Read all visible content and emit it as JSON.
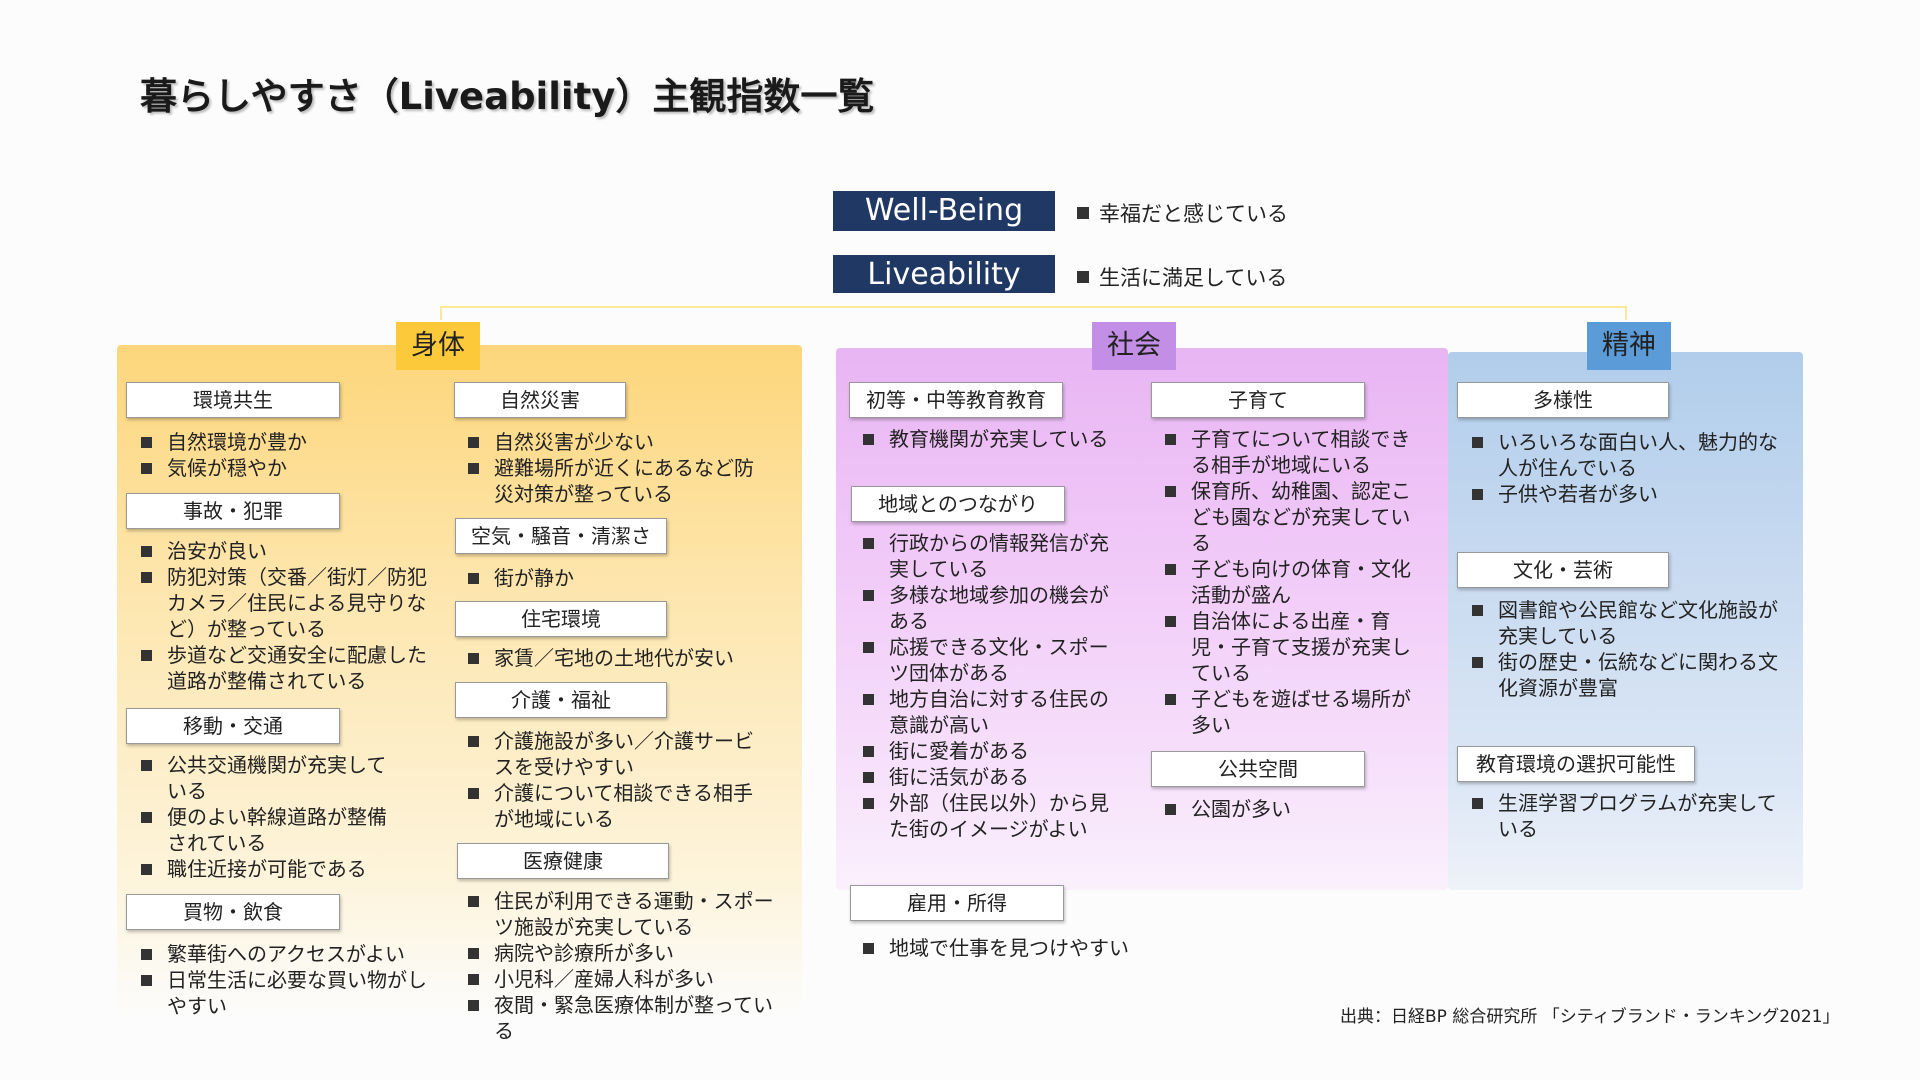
{
  "title": "暮らしやすさ（Liveability）主観指数一覧",
  "top": {
    "wellbeing": {
      "label": "Well-Being",
      "desc": "幸福だと感じている"
    },
    "liveability": {
      "label": "Liveability",
      "desc": "生活に満足している"
    }
  },
  "categories": {
    "body": {
      "label": "身体"
    },
    "society": {
      "label": "社会"
    },
    "spirit": {
      "label": "精神"
    }
  },
  "colors": {
    "navy": "#203864",
    "body": "#fcc93a",
    "society": "#c38ee5",
    "spirit": "#5a9bd8"
  },
  "body": {
    "env": {
      "label": "環境共生",
      "items": [
        "自然環境が豊か",
        "気候が穏やか"
      ]
    },
    "accident": {
      "label": "事故・犯罪",
      "items": [
        "治安が良い",
        "防犯対策（交番／街灯／防犯カメラ／住民による見守りなど）が整っている",
        "歩道など交通安全に配慮した道路が整備されている"
      ]
    },
    "transport": {
      "label": "移動・交通",
      "items": [
        "公共交通機関が充実している",
        "便のよい幹線道路が整備されている",
        "職住近接が可能である"
      ]
    },
    "shopping": {
      "label": "買物・飲食",
      "items": [
        "繁華街へのアクセスがよい",
        "日常生活に必要な買い物がしやすい"
      ]
    },
    "disaster": {
      "label": "自然災害",
      "items": [
        "自然災害が少ない",
        "避難場所が近くにあるなど防災対策が整っている"
      ]
    },
    "air": {
      "label": "空気・騒音・清潔さ",
      "items": [
        "街が静か"
      ]
    },
    "housing": {
      "label": "住宅環境",
      "items": [
        "家賃／宅地の土地代が安い"
      ]
    },
    "care": {
      "label": "介護・福祉",
      "items": [
        "介護施設が多い／介護サービスを受けやすい",
        "介護について相談できる相手が地域にいる"
      ]
    },
    "medical": {
      "label": "医療健康",
      "items": [
        "住民が利用できる運動・スポーツ施設が充実している",
        "病院や診療所が多い",
        "小児科／産婦人科が多い",
        "夜間・緊急医療体制が整っている"
      ]
    }
  },
  "society": {
    "education": {
      "label": "初等・中等教育教育",
      "items": [
        "教育機関が充実している"
      ]
    },
    "community": {
      "label": "地域とのつながり",
      "items": [
        "行政からの情報発信が充実している",
        "多様な地域参加の機会がある",
        "応援できる文化・スポーツ団体がある",
        "地方自治に対する住民の意識が高い",
        "街に愛着がある",
        "街に活気がある",
        "外部（住民以外）から見た街のイメージがよい"
      ]
    },
    "employment": {
      "label": "雇用・所得",
      "items": [
        "地域で仕事を見つけやすい"
      ]
    },
    "childcare": {
      "label": "子育て",
      "items": [
        "子育てについて相談できる相手が地域にいる",
        "保育所、幼稚園、認定こども園などが充実している",
        "子ども向けの体育・文化活動が盛ん",
        "自治体による出産・育児・子育て支援が充実している",
        "子どもを遊ばせる場所が多い"
      ]
    },
    "public": {
      "label": "公共空間",
      "items": [
        "公園が多い"
      ]
    }
  },
  "spirit": {
    "diversity": {
      "label": "多様性",
      "items": [
        "いろいろな面白い人、魅力的な人が住んでいる",
        "子供や若者が多い"
      ]
    },
    "culture": {
      "label": "文化・芸術",
      "items": [
        "図書館や公民館など文化施設が充実している",
        "街の歴史・伝統などに関わる文化資源が豊富"
      ]
    },
    "eduenv": {
      "label": "教育環境の選択可能性",
      "items": [
        "生涯学習プログラムが充実している"
      ]
    }
  },
  "source": "出典：日経BP 総合研究所 「シティブランド・ランキング2021」"
}
